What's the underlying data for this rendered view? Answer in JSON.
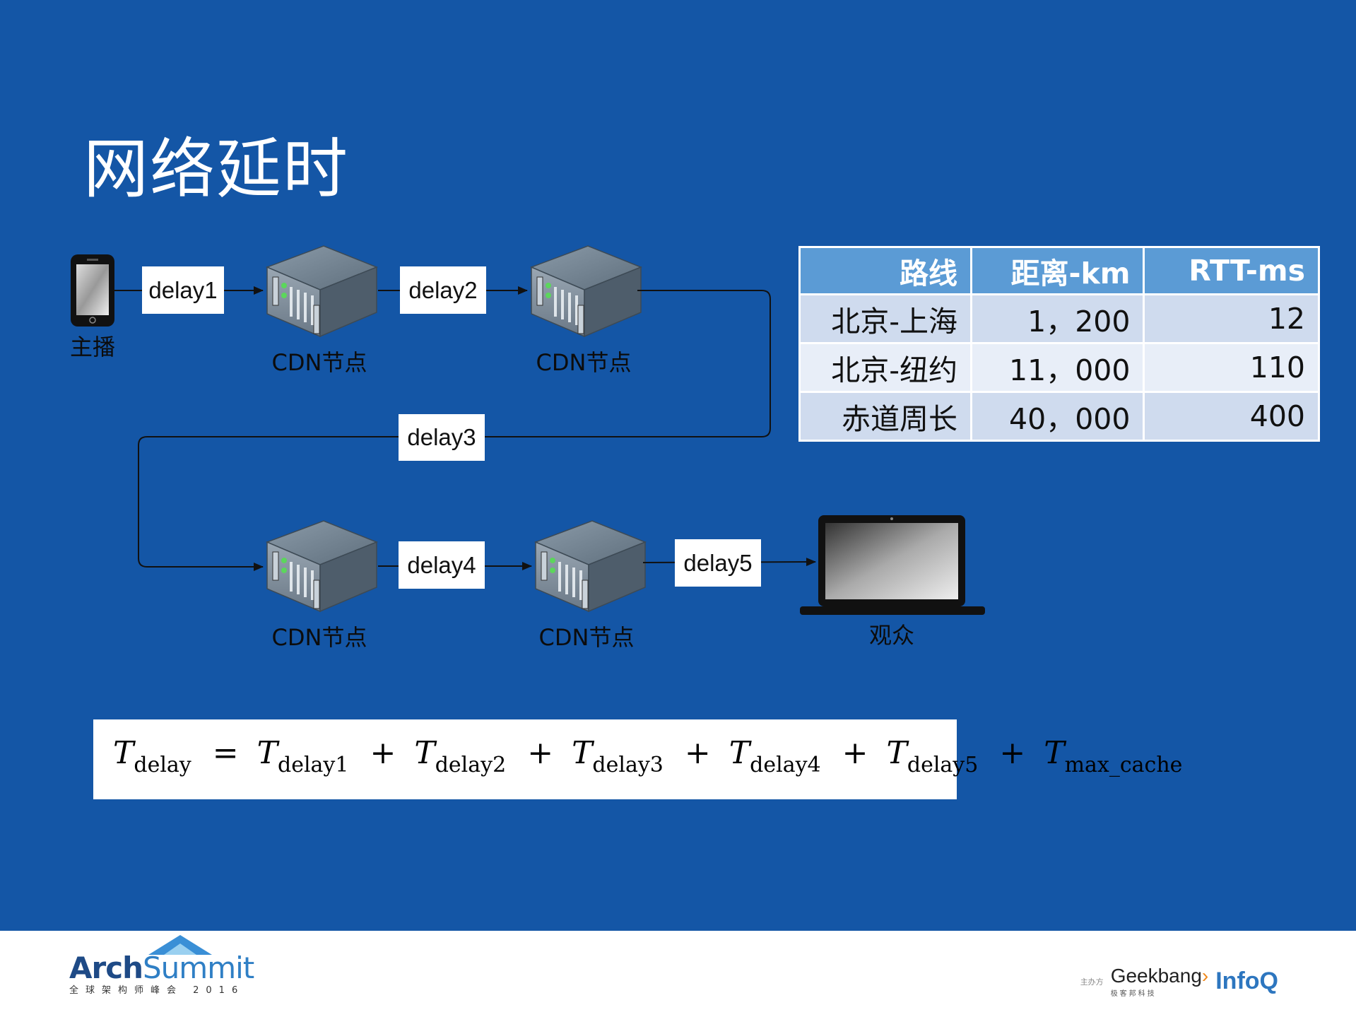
{
  "slide": {
    "title": "网络延时"
  },
  "nodes": {
    "broadcaster": "主播",
    "cdn_label": "CDN节点",
    "viewer": "观众"
  },
  "delays": [
    "delay1",
    "delay2",
    "delay3",
    "delay4",
    "delay5"
  ],
  "table": {
    "headers": [
      "路线",
      "距离-km",
      "RTT-ms"
    ],
    "rows": [
      [
        "北京-上海",
        "1，200",
        "12"
      ],
      [
        "北京-纽约",
        "11，000",
        "110"
      ],
      [
        "赤道周长",
        "40，000",
        "400"
      ]
    ],
    "colors": {
      "header": "#5b9bd5",
      "row_odd": "#cfdbee",
      "row_even": "#e8eef8"
    }
  },
  "formula": {
    "symbol": "T",
    "lhs_sub": "delay",
    "terms": [
      "delay1",
      "delay2",
      "delay3",
      "delay4",
      "delay5",
      "max_cache"
    ]
  },
  "footer": {
    "left_logo": {
      "part1": "Arch",
      "part2": "Summit",
      "sub": "全球架构师峰会 2016"
    },
    "right_logo": {
      "host": "主办方",
      "geek": "Geekbang",
      "geek_sub": "极客邦科技",
      "infoq": "InfoQ"
    }
  },
  "colors": {
    "background": "#1456a6",
    "connector": "#111111"
  }
}
